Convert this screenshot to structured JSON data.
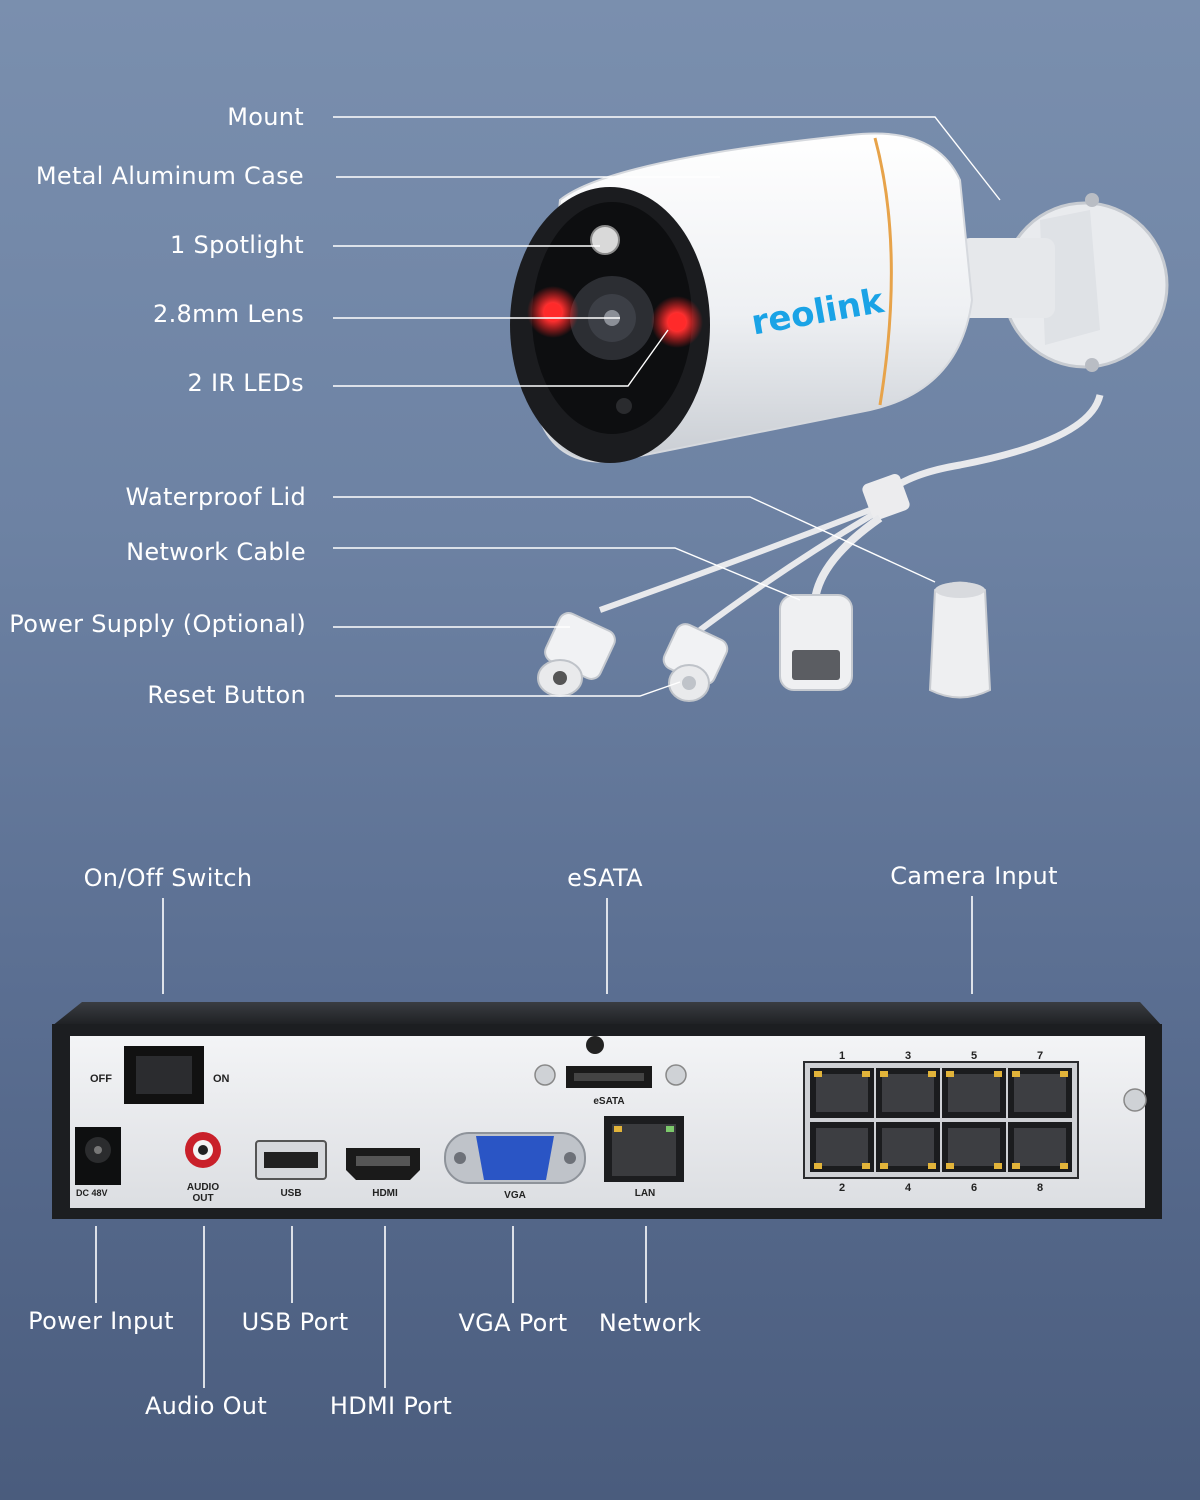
{
  "camera_callouts": {
    "mount": "Mount",
    "case": "Metal Aluminum Case",
    "spotlight": "1 Spotlight",
    "lens": "2.8mm Lens",
    "ir": "2 IR LEDs",
    "lid": "Waterproof Lid",
    "network_cable": "Network Cable",
    "power_supply": "Power Supply (Optional)",
    "reset": "Reset Button"
  },
  "camera": {
    "brand": "reolink",
    "brand_color": "#1aa3e6",
    "ir_color": "#ff2a2a"
  },
  "nvr_callouts": {
    "switch": "On/Off Switch",
    "esata": "eSATA",
    "camera_input": "Camera Input",
    "power_input": "Power Input",
    "audio_out": "Audio Out",
    "usb_port": "USB Port",
    "hdmi_port": "HDMI Port",
    "vga_port": "VGA Port",
    "network": "Network"
  },
  "nvr_panel": {
    "off": "OFF",
    "on": "ON",
    "dc": "DC 48V",
    "audio_line1": "AUDIO",
    "audio_line2": "OUT",
    "usb": "USB",
    "hdmi": "HDMI",
    "vga": "VGA",
    "esata": "eSATA",
    "lan": "LAN",
    "ports_top": [
      "1",
      "3",
      "5",
      "7"
    ],
    "ports_bottom": [
      "2",
      "4",
      "6",
      "8"
    ]
  }
}
